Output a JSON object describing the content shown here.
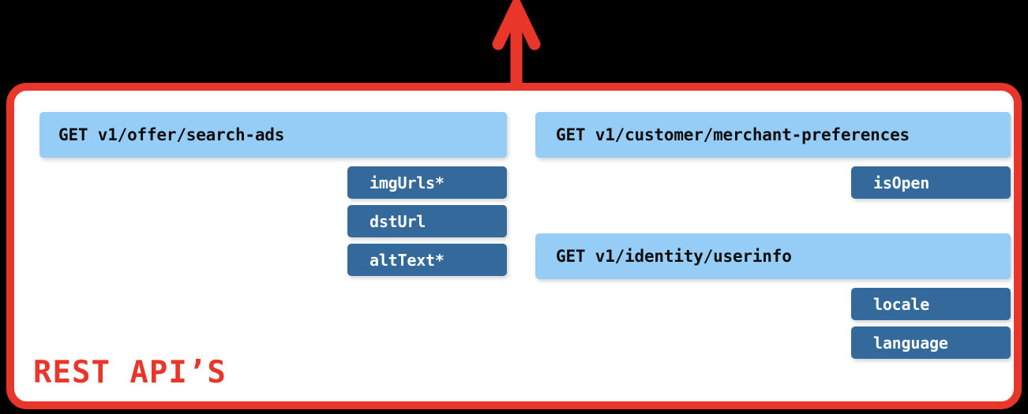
{
  "diagram": {
    "background_color": "#000000",
    "panel": {
      "title": "REST API’S",
      "border_color": "#e8372a",
      "fill_color": "#ffffff"
    },
    "arrow": {
      "name": "upward-arrow",
      "color": "#e8372a",
      "direction": "up"
    },
    "colors": {
      "endpoint_bar": "#95cdf7",
      "field_chip": "#34699c",
      "accent": "#e8372a"
    },
    "columns": [
      {
        "name": "left-column",
        "groups": [
          {
            "endpoint": "GET v1/offer/search-ads",
            "method": "GET",
            "path": "v1/offer/search-ads",
            "fields": [
              "imgUrls*",
              "dstUrl",
              "altText*"
            ]
          }
        ]
      },
      {
        "name": "right-column",
        "groups": [
          {
            "endpoint": "GET v1/customer/merchant-preferences",
            "method": "GET",
            "path": "v1/customer/merchant-preferences",
            "fields": [
              "isOpen"
            ]
          },
          {
            "endpoint": "GET v1/identity/userinfo",
            "method": "GET",
            "path": "v1/identity/userinfo",
            "fields": [
              "locale",
              "language"
            ]
          }
        ]
      }
    ]
  }
}
